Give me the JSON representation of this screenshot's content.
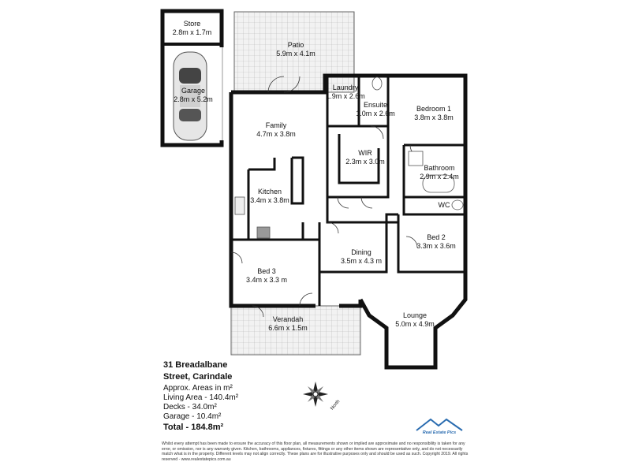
{
  "rooms": {
    "store": {
      "name": "Store",
      "dims": "2.8m x 1.7m"
    },
    "patio": {
      "name": "Patio",
      "dims": "5.9m x 4.1m"
    },
    "garage": {
      "name": "Garage",
      "dims": "2.8m x 5.2m"
    },
    "laundry": {
      "name": "Laundry",
      "dims": "1.9m x 2.6m"
    },
    "ensuite": {
      "name": "Ensuite",
      "dims": "1.0m x 2.6m"
    },
    "bedroom1": {
      "name": "Bedroom 1",
      "dims": "3.8m x 3.8m"
    },
    "family": {
      "name": "Family",
      "dims": "4.7m x 3.8m"
    },
    "wir": {
      "name": "WIR",
      "dims": "2.3m x 3.0m"
    },
    "bathroom": {
      "name": "Bathroom",
      "dims": "2.9m x 2.4m"
    },
    "kitchen": {
      "name": "Kitchen",
      "dims": "3.4m x 3.8m"
    },
    "wc": {
      "name": "WC"
    },
    "bed2": {
      "name": "Bed 2",
      "dims": "3.3m x 3.6m"
    },
    "dining": {
      "name": "Dining",
      "dims": "3.5m x 4.3 m"
    },
    "bed3": {
      "name": "Bed 3",
      "dims": "3.4m x 3.3 m"
    },
    "verandah": {
      "name": "Verandah",
      "dims": "6.6m x 1.5m"
    },
    "lounge": {
      "name": "Lounge",
      "dims": "5.0m x 4.9m"
    }
  },
  "address": {
    "line1": "31 Breadalbane",
    "line2": "Street, Carindale"
  },
  "areas": {
    "approx": "Approx. Areas in m²",
    "living": "Living Area - 140.4m²",
    "decks": "Decks - 34.0m²",
    "garage": "Garage - 10.4m²",
    "total": "Total - 184.8m²"
  },
  "compass": {
    "label": "North"
  },
  "logo": {
    "text": "Real Estate Pics"
  },
  "disclaimer": "Whilst every attempt has been made to ensure the accuracy of this floor plan, all measurements shown or implied are approximate and no responsibility is taken for any error, or omission, nor is any warranty given. Kitchen, bathrooms, appliances, fixtures, fittings or any other items shown are representative only, and do not necessarily match what is in the property. Different levels may not align correctly. These plans are for illustrative purposes only and should be used as such. Copyright 2019. All rights reserved - www.realestatepics.com.au"
}
